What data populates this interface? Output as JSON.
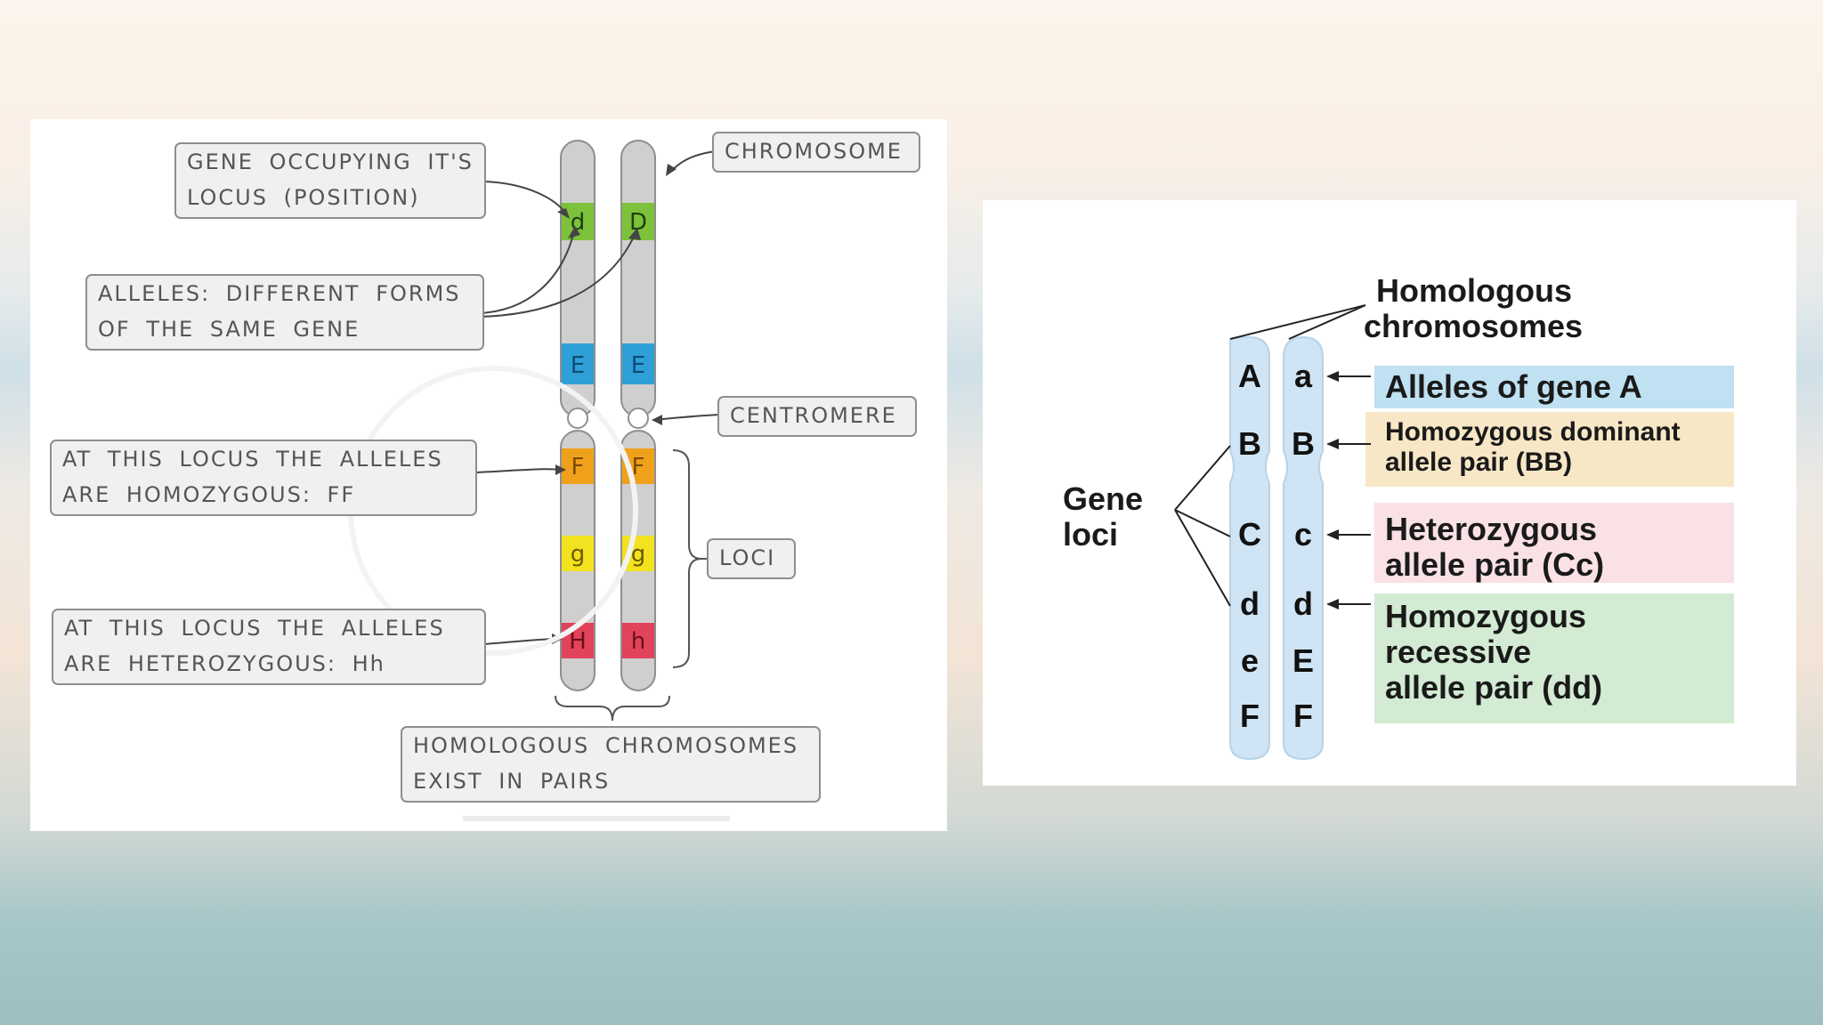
{
  "left_diagram": {
    "labels": {
      "gene_locus": [
        "GENE OCCUPYING IT'S",
        "LOCUS (POSITION)"
      ],
      "alleles": [
        "ALLELES: DIFFERENT FORMS",
        "OF THE SAME GENE"
      ],
      "homozygous": [
        "AT THIS LOCUS THE ALLELES",
        "ARE HOMOZYGOUS: FF"
      ],
      "heterozygous": [
        "AT THIS LOCUS THE ALLELES",
        "ARE HETEROZYGOUS: Hh"
      ],
      "chromosome": "CHROMOSOME",
      "centromere": "CENTROMERE",
      "loci": "LOCI",
      "pairs": [
        "HOMOLOGOUS CHROMOSOMES",
        "EXIST IN PAIRS"
      ]
    },
    "chromosome_a_genes": [
      "d",
      "E",
      "F",
      "g",
      "H"
    ],
    "chromosome_b_genes": [
      "D",
      "E",
      "F",
      "g",
      "h"
    ],
    "colors": {
      "d_band": "#7cc23a",
      "e_band": "#2f9fd8",
      "f_band": "#f0a11c",
      "g_band": "#f3e21f",
      "h_band": "#e0435a",
      "chromosome": "#cfcfcf"
    }
  },
  "right_diagram": {
    "homologous_title": [
      "Homologous",
      "chromosomes"
    ],
    "gene_loci": [
      "Gene",
      "loci"
    ],
    "left_chromosome": [
      "A",
      "B",
      "C",
      "d",
      "e",
      "F"
    ],
    "right_chromosome": [
      "a",
      "B",
      "c",
      "d",
      "E",
      "F"
    ],
    "callouts": {
      "alleles_a": "Alleles of gene A",
      "homozygous_dominant": [
        "Homozygous dominant",
        "allele pair (BB)"
      ],
      "heterozygous": [
        "Heterozygous",
        "allele pair (Cc)"
      ],
      "homozygous_recessive": [
        "Homozygous",
        "recessive",
        "allele pair (dd)"
      ]
    },
    "colors": {
      "chromosome": "#cfe4f4",
      "blue_box": "#bfe1f2",
      "yellow_box": "#f8e7c6",
      "pink_box": "#f9e1e6",
      "green_box": "#d3ead3"
    }
  }
}
